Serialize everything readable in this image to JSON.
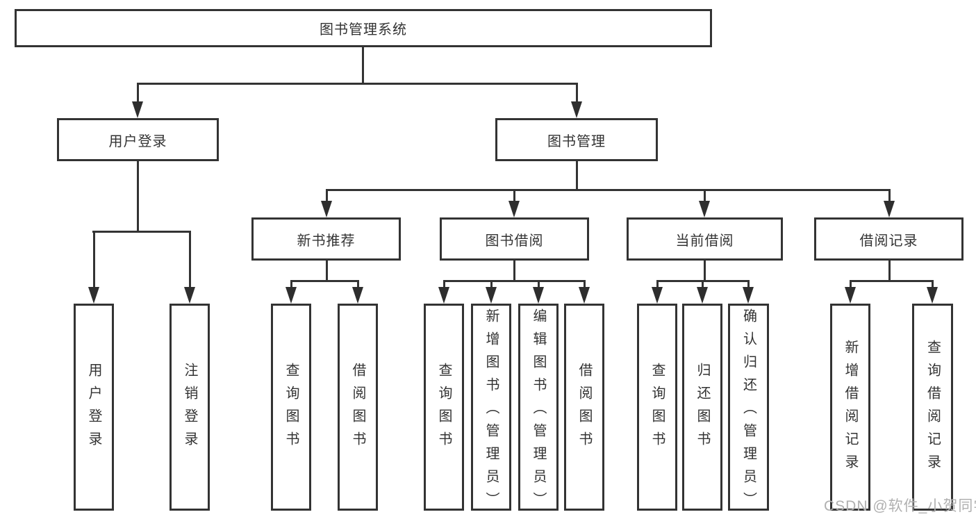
{
  "diagram_type": "tree-diagram",
  "root_label": "图书管理系统",
  "level2": [
    "用户登录",
    "图书管理"
  ],
  "level3": [
    "新书推荐",
    "图书借阅",
    "当前借阅",
    "借阅记录"
  ],
  "leaves": {
    "user_login": [
      "用户登录",
      "注销登录"
    ],
    "new_book": [
      "查询图书",
      "借阅图书"
    ],
    "book_borrow": [
      "查询图书",
      "新增图书（管理员）",
      "编辑图书（管理员）",
      "借阅图书"
    ],
    "current_borrow": [
      "查询图书",
      "归还图书",
      "确认归还（管理员）"
    ],
    "borrow_record": [
      "新增借阅记录",
      "查询借阅记录"
    ]
  },
  "hierarchy": {
    "图书管理系统": {
      "用户登录": [
        "用户登录",
        "注销登录"
      ],
      "图书管理": {
        "新书推荐": [
          "查询图书",
          "借阅图书"
        ],
        "图书借阅": [
          "查询图书",
          "新增图书（管理员）",
          "编辑图书（管理员）",
          "借阅图书"
        ],
        "当前借阅": [
          "查询图书",
          "归还图书",
          "确认归还（管理员）"
        ],
        "借阅记录": [
          "新增借阅记录",
          "查询借阅记录"
        ]
      }
    }
  },
  "watermark": "CSDN @软件_小贺同学",
  "colors": {
    "line": "#333333",
    "text": "#333333",
    "watermark": "#b0b0b0",
    "canvas": "#ffffff"
  }
}
